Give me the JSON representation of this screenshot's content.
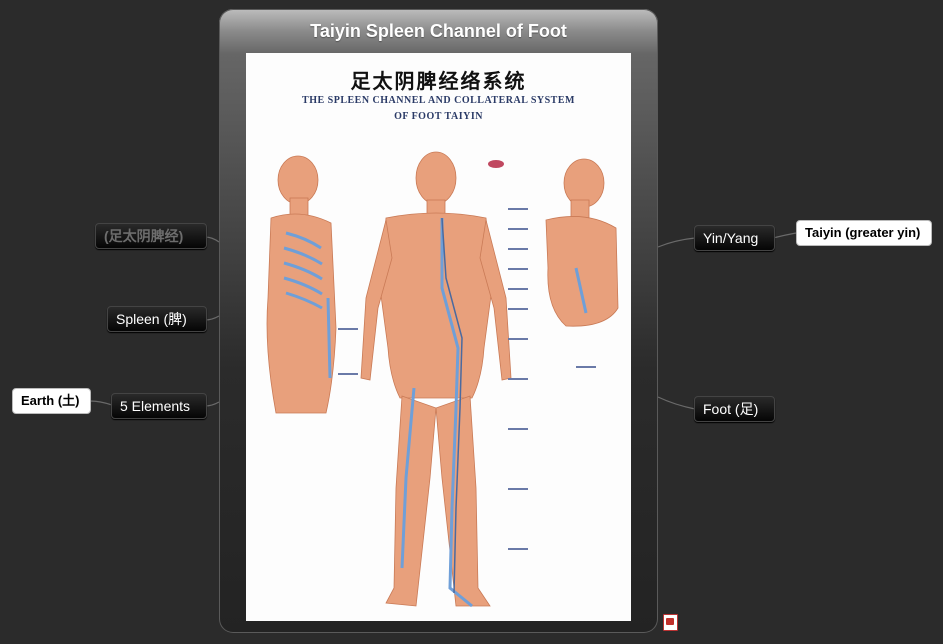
{
  "central": {
    "title": "Taiyin Spleen Channel of Foot",
    "poster": {
      "title_cn": "足太阴脾经络系统",
      "title_en_line1": "THE SPLEEN CHANNEL AND COLLATERAL SYSTEM",
      "title_en_line2": "OF FOOT TAIYIN"
    }
  },
  "left_branches": {
    "chinese_name": "(足太阴脾经)",
    "organ": "Spleen (脾)",
    "elements": "5 Elements",
    "element_value": "Earth (土)"
  },
  "right_branches": {
    "yin_yang": "Yin/Yang",
    "yin_yang_value": "Taiyin (greater yin)",
    "limb": "Foot (足)"
  },
  "colors": {
    "background": "#2b2b2b",
    "skin": "#e8a07c",
    "channel": "#6f9fd8",
    "line": "#6a6a6a"
  },
  "icons": [
    "attachment-icon"
  ]
}
